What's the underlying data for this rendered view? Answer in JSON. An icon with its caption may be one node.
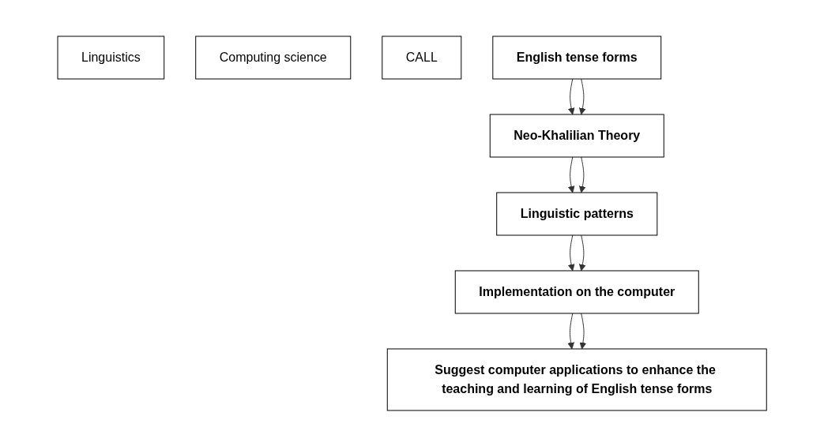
{
  "diagram": {
    "nodes": [
      {
        "text": [
          "Linguistics"
        ]
      },
      {
        "text": [
          "Computing science"
        ]
      },
      {
        "text": [
          "CALL"
        ]
      },
      {
        "text": [
          "English tense forms"
        ]
      },
      {
        "text": [
          "Neo-Khalilian Theory"
        ]
      },
      {
        "text": [
          "Linguistic patterns"
        ]
      },
      {
        "text": [
          "Implementation on the computer"
        ]
      },
      {
        "text": [
          "Suggest computer applications to enhance the teaching and learning of English tense forms"
        ]
      }
    ],
    "edges": [
      {
        "from": 3,
        "to": 4,
        "arrow": "to"
      },
      {
        "from": 3,
        "to": 4,
        "arrow": "to"
      },
      {
        "from": 4,
        "to": 5,
        "arrow": "to"
      },
      {
        "from": 4,
        "to": 5,
        "arrow": "to"
      },
      {
        "from": 5,
        "to": 6,
        "arrow": "to"
      },
      {
        "from": 5,
        "to": 6,
        "arrow": "to"
      },
      {
        "from": 6,
        "to": 7,
        "arrow": "to"
      },
      {
        "from": 6,
        "to": 7,
        "arrow": "to"
      }
    ]
  }
}
